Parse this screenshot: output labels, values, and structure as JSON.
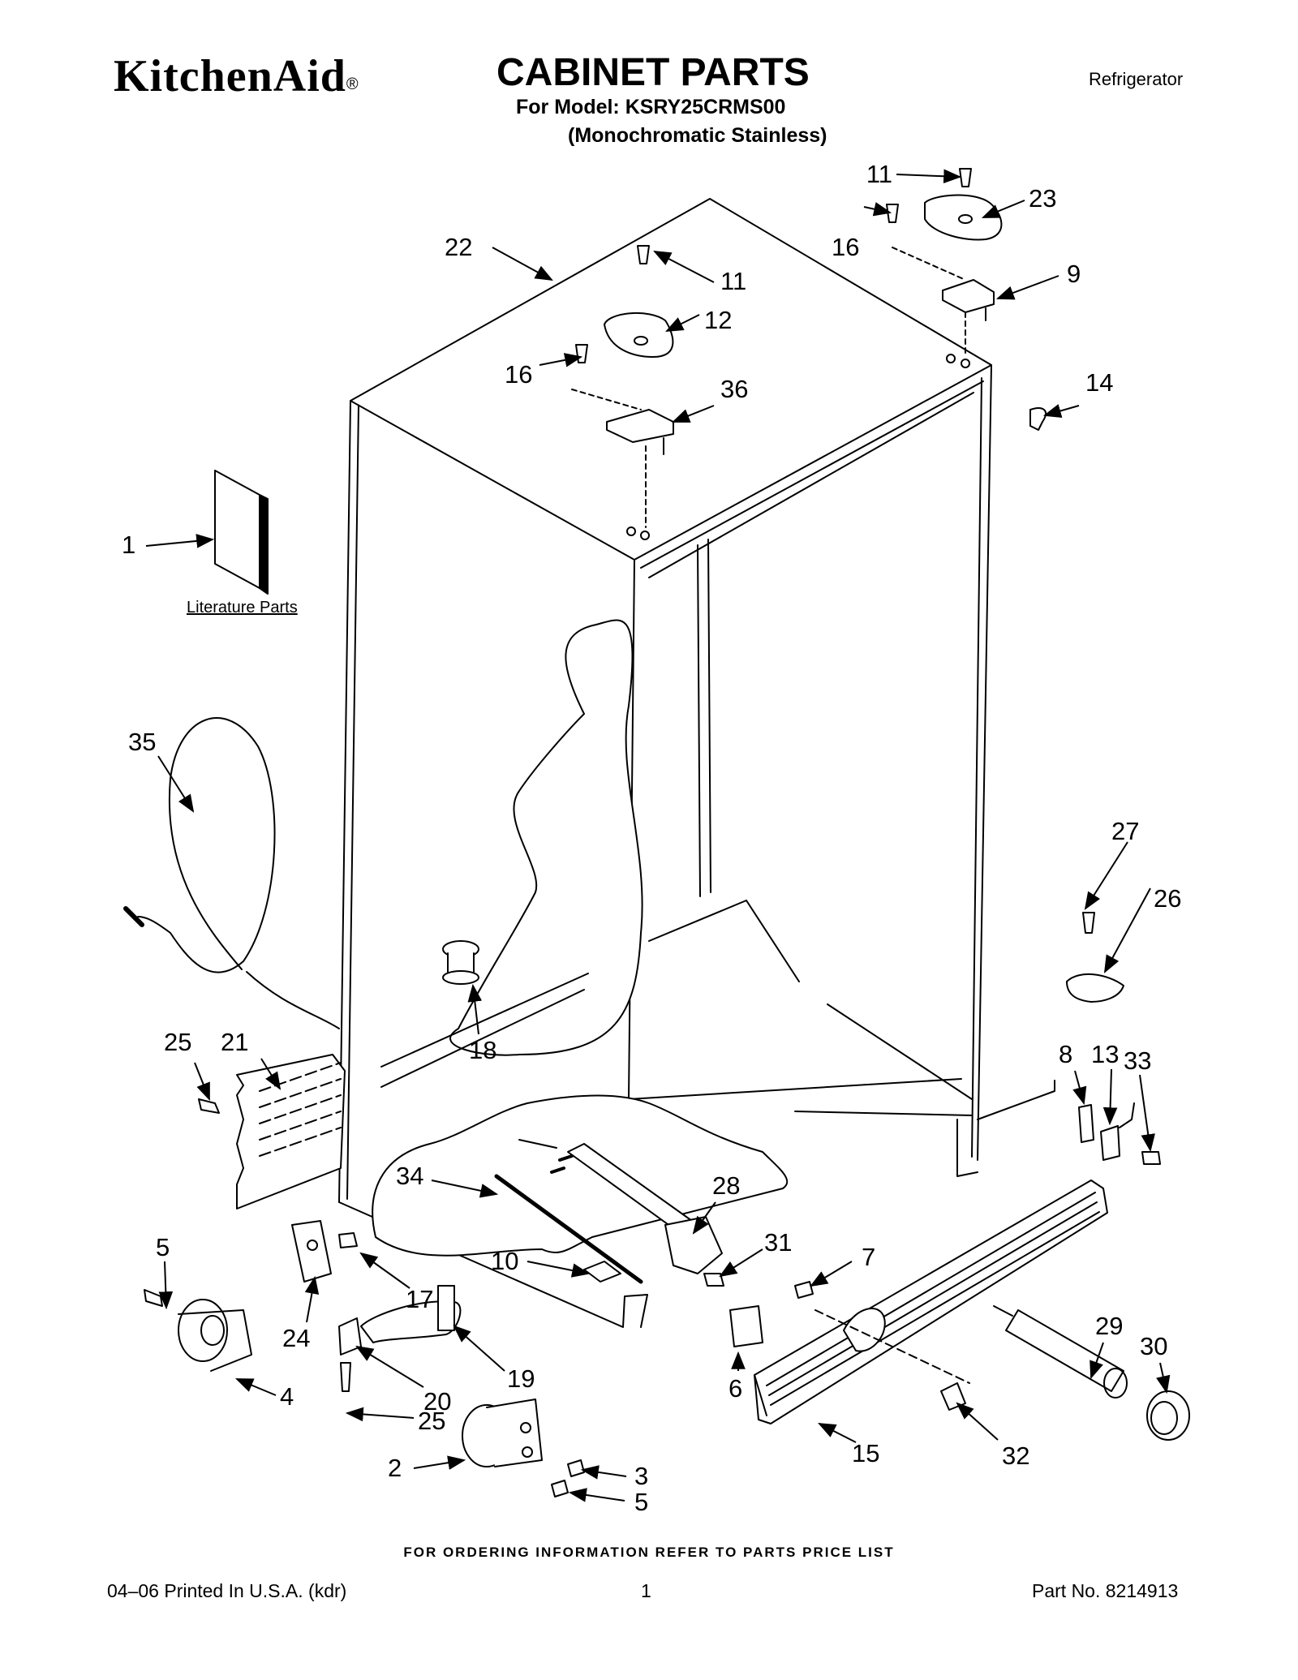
{
  "header": {
    "brand": "KitchenAid",
    "brand_mark": "®",
    "title": "CABINET PARTS",
    "category": "Refrigerator",
    "model_line": "For Model: KSRY25CRMS00",
    "finish_line": "(Monochromatic Stainless)"
  },
  "literature_label": "Literature Parts",
  "callouts": [
    {
      "id": "c1",
      "label": "1"
    },
    {
      "id": "c2",
      "label": "2"
    },
    {
      "id": "c3",
      "label": "3"
    },
    {
      "id": "c4",
      "label": "4"
    },
    {
      "id": "c5a",
      "label": "5"
    },
    {
      "id": "c5b",
      "label": "5"
    },
    {
      "id": "c6",
      "label": "6"
    },
    {
      "id": "c7",
      "label": "7"
    },
    {
      "id": "c8",
      "label": "8"
    },
    {
      "id": "c9",
      "label": "9"
    },
    {
      "id": "c10",
      "label": "10"
    },
    {
      "id": "c11a",
      "label": "11"
    },
    {
      "id": "c11b",
      "label": "11"
    },
    {
      "id": "c12",
      "label": "12"
    },
    {
      "id": "c13",
      "label": "13"
    },
    {
      "id": "c14",
      "label": "14"
    },
    {
      "id": "c15",
      "label": "15"
    },
    {
      "id": "c16a",
      "label": "16"
    },
    {
      "id": "c16b",
      "label": "16"
    },
    {
      "id": "c17",
      "label": "17"
    },
    {
      "id": "c18",
      "label": "18"
    },
    {
      "id": "c19",
      "label": "19"
    },
    {
      "id": "c20",
      "label": "20"
    },
    {
      "id": "c21",
      "label": "21"
    },
    {
      "id": "c22",
      "label": "22"
    },
    {
      "id": "c23",
      "label": "23"
    },
    {
      "id": "c24",
      "label": "24"
    },
    {
      "id": "c25a",
      "label": "25"
    },
    {
      "id": "c25b",
      "label": "25"
    },
    {
      "id": "c26",
      "label": "26"
    },
    {
      "id": "c27",
      "label": "27"
    },
    {
      "id": "c28",
      "label": "28"
    },
    {
      "id": "c29",
      "label": "29"
    },
    {
      "id": "c30",
      "label": "30"
    },
    {
      "id": "c31",
      "label": "31"
    },
    {
      "id": "c32",
      "label": "32"
    },
    {
      "id": "c33",
      "label": "33"
    },
    {
      "id": "c34",
      "label": "34"
    },
    {
      "id": "c35",
      "label": "35"
    },
    {
      "id": "c36",
      "label": "36"
    }
  ],
  "footer": {
    "ordering_note": "FOR ORDERING INFORMATION REFER TO PARTS PRICE LIST",
    "print_info": "04–06 Printed In U.S.A. (kdr)",
    "page_number": "1",
    "part_number": "Part No. 8214913"
  }
}
